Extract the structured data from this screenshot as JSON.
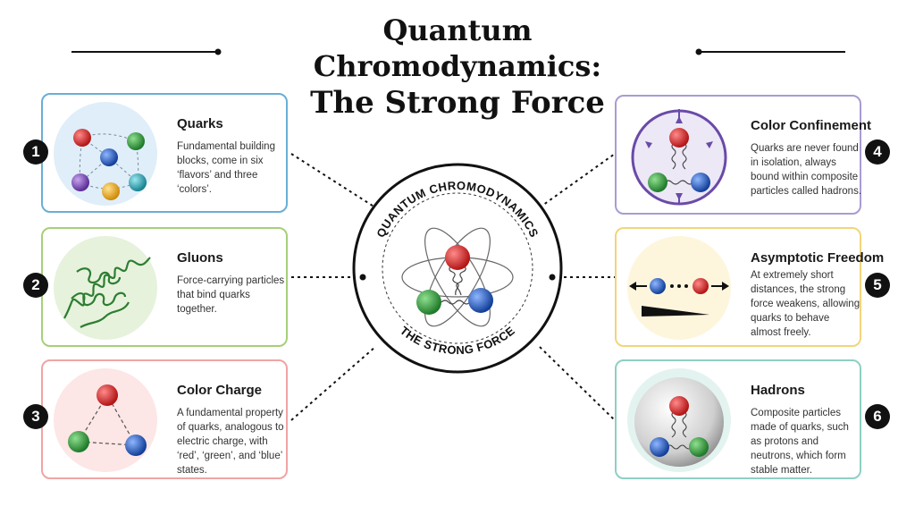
{
  "title": {
    "line1": "Quantum Chromodynamics:",
    "line2": "The Strong Force"
  },
  "center": {
    "top_arc": "QUANTUM CHROMODYNAMICS",
    "bottom_arc": "THE STRONG FORCE"
  },
  "cards": [
    {
      "number": "1",
      "title": "Quarks",
      "description": "Fundamental building blocks, come in six ‘flavors’ and three ‘colors’.",
      "border": "#6aaed6",
      "illus_bg": "#dfeef9"
    },
    {
      "number": "2",
      "title": "Gluons",
      "description": "Force-carrying particles that bind quarks together.",
      "border": "#a7cf7a",
      "illus_bg": "#e6f2dc"
    },
    {
      "number": "3",
      "title": "Color Charge",
      "description": "A fundamental property of quarks, analogous to electric charge, with ‘red’, ‘green’, and ‘blue’ states.",
      "border": "#f0a4a4",
      "illus_bg": "#fde6e6"
    },
    {
      "number": "4",
      "title": "Color Confinement",
      "description": "Quarks are never found in isolation, always bound within composite particles called hadrons.",
      "border": "#a99bd3",
      "illus_bg": "#ece8f6"
    },
    {
      "number": "5",
      "title": "Asymptotic Freedom",
      "description": "At extremely short distances, the strong force weakens, allowing quarks to behave almost freely.",
      "border": "#f2d57a",
      "illus_bg": "#fdf6dc"
    },
    {
      "number": "6",
      "title": "Hadrons",
      "description": "Composite particles made of quarks, such as protons and neutrons, which form stable matter.",
      "border": "#8ecfc4",
      "illus_bg": "#e3f3f0"
    }
  ],
  "colors": {
    "red": "#d62828",
    "green": "#2f9e3a",
    "blue": "#1f5fbf",
    "purple": "#7a4ab5",
    "yellow": "#f2b31a",
    "cyan": "#27a9b8",
    "gluon": "#2e7d32"
  }
}
